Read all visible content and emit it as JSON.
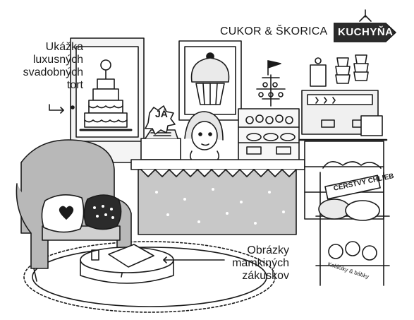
{
  "labels": {
    "ukazka": "Ukážka luxusných svadobných tort",
    "cukor": "CUKOR & ŠKORICA",
    "kuchyna": "KUCHYŇA",
    "obrazky": "Obrázky mamkiných zákuskov",
    "ja": "JÁ",
    "chlieb": "ČERSTVÝ CHLIEB",
    "kolacky": "Koláčiky & bábky"
  },
  "colors": {
    "ink": "#1a1a1a",
    "paper": "#ffffff",
    "chair": "#b8b8b8",
    "counter": "#c8c8c8",
    "sign": "#2b2b2b"
  },
  "icons": [
    "cake-icon",
    "cupcake-icon",
    "coffee-machine-icon",
    "bread-icon",
    "pillow-heart-icon"
  ]
}
